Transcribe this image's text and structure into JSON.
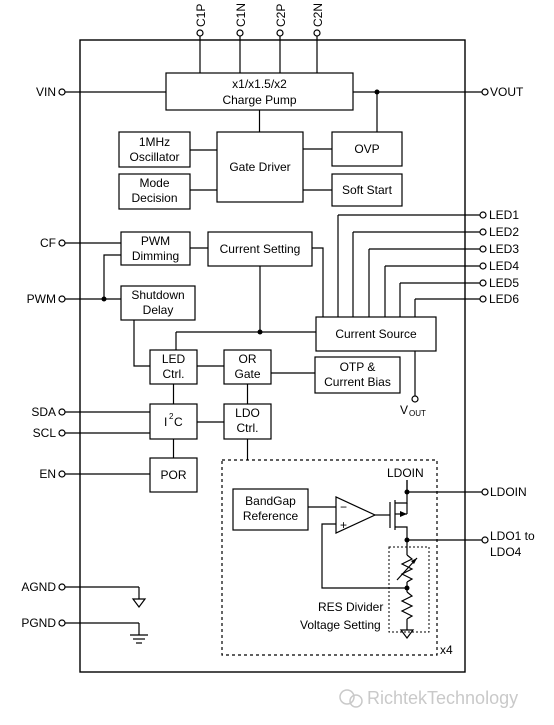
{
  "pins": {
    "c1p": "C1P",
    "c1n": "C1N",
    "c2p": "C2P",
    "c2n": "C2N",
    "vin": "VIN",
    "vout": "VOUT",
    "cf": "CF",
    "pwm": "PWM",
    "sda": "SDA",
    "scl": "SCL",
    "en": "EN",
    "agnd": "AGND",
    "pgnd": "PGND",
    "led1": "LED1",
    "led2": "LED2",
    "led3": "LED3",
    "led4": "LED4",
    "led5": "LED5",
    "led6": "LED6",
    "ldoin": "LDOIN",
    "ldo_out_1": "LDO1 to",
    "ldo_out_2": "LDO4"
  },
  "blocks": {
    "charge_pump_1": "x1/x1.5/x2",
    "charge_pump_2": "Charge Pump",
    "oscillator_1": "1MHz",
    "oscillator_2": "Oscillator",
    "gate_driver": "Gate Driver",
    "ovp": "OVP",
    "mode_decision_1": "Mode",
    "mode_decision_2": "Decision",
    "soft_start": "Soft Start",
    "pwm_dimming_1": "PWM",
    "pwm_dimming_2": "Dimming",
    "current_setting": "Current Setting",
    "shutdown_delay_1": "Shutdown",
    "shutdown_delay_2": "Delay",
    "current_source": "Current Source",
    "led_ctrl_1": "LED",
    "led_ctrl_2": "Ctrl.",
    "or_gate_1": "OR",
    "or_gate_2": "Gate",
    "otp_1": "OTP &",
    "otp_2": "Current Bias",
    "i2c_main": "I",
    "i2c_sup": "2",
    "i2c_tail": "C",
    "ldo_ctrl_1": "LDO",
    "ldo_ctrl_2": "Ctrl.",
    "por": "POR",
    "bandgap_1": "BandGap",
    "bandgap_2": "Reference"
  },
  "labels": {
    "vout_main": "V",
    "vout_sub": "OUT",
    "ldoin_inner": "LDOIN",
    "res_divider_1": "RES Divider",
    "res_divider_2": "Voltage Setting",
    "multiplier": "x4",
    "opamp_minus": "−",
    "opamp_plus": "+"
  },
  "watermark": "RichtekTechnology"
}
